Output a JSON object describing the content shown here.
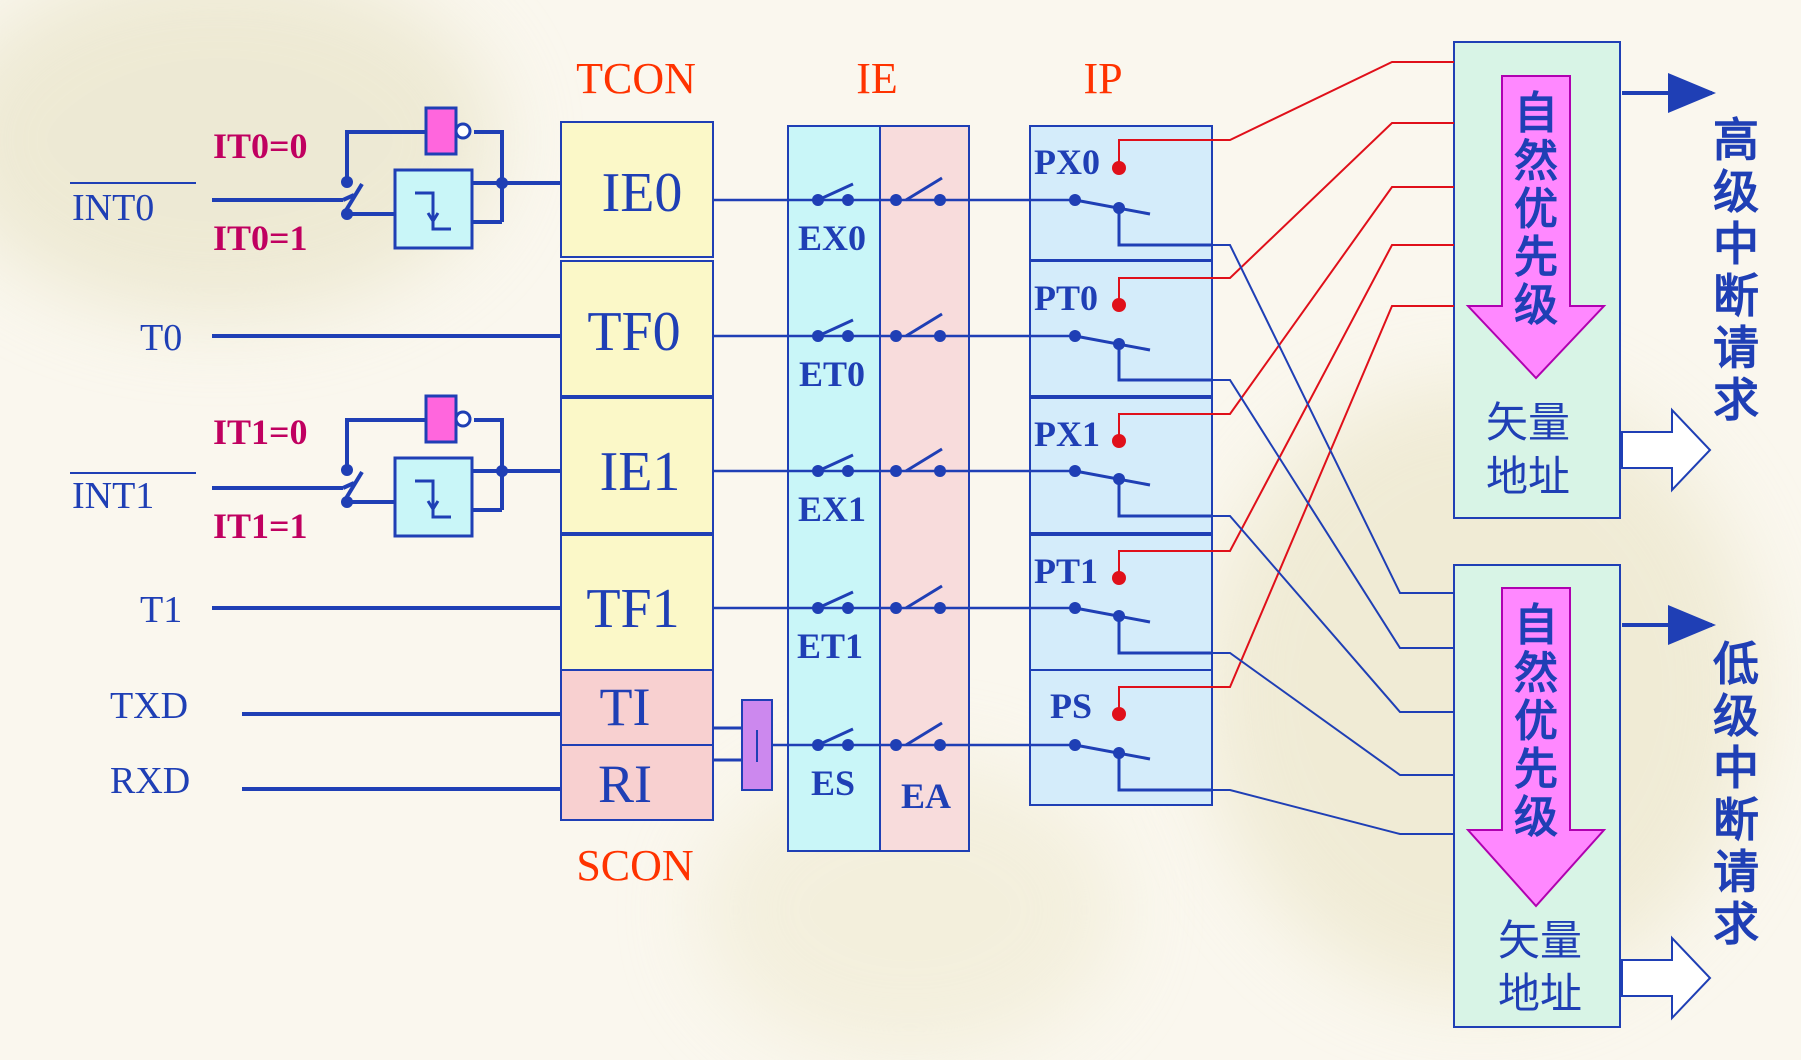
{
  "headers": {
    "tcon": "TCON",
    "ie": "IE",
    "ip": "IP",
    "scon": "SCON"
  },
  "inputs": {
    "int0": "INT0",
    "t0": "T0",
    "int1": "INT1",
    "t1": "T1",
    "txd": "TXD",
    "rxd": "RXD"
  },
  "trigger_labels": {
    "it0_0": "IT0=0",
    "it0_1": "IT0=1",
    "it1_0": "IT1=0",
    "it1_1": "IT1=1"
  },
  "flags": {
    "ie0": "IE0",
    "tf0": "TF0",
    "ie1": "IE1",
    "tf1": "TF1",
    "ti": "TI",
    "ri": "RI"
  },
  "enable_bits": {
    "ex0": "EX0",
    "et0": "ET0",
    "ex1": "EX1",
    "et1": "ET1",
    "es": "ES",
    "ea": "EA"
  },
  "priority_bits": {
    "px0": "PX0",
    "pt0": "PT0",
    "px1": "PX1",
    "pt1": "PT1",
    "ps": "PS"
  },
  "priority_blocks": {
    "natural": [
      "自",
      "然",
      "优",
      "先",
      "级"
    ],
    "vector": [
      "矢量",
      "地址"
    ]
  },
  "outputs": {
    "high": [
      "高",
      "级",
      "中",
      "断",
      "请",
      "求"
    ],
    "low": [
      "低",
      "级",
      "中",
      "断",
      "请",
      "求"
    ]
  },
  "colors": {
    "wire": "#1f3fb5",
    "red_wire": "#e0101a",
    "header": "#ff3300",
    "flag_yellow": "#fbf8c8",
    "flag_pink": "#f8d0d0",
    "ie_cyan": "#c9f6f8",
    "ea_pink": "#f8dcdc",
    "ip_blue": "#d4ecfa",
    "magenta_label": "#c00060",
    "gate_fill": "#ff66dd",
    "arrow_fill": "#ff88ff"
  }
}
